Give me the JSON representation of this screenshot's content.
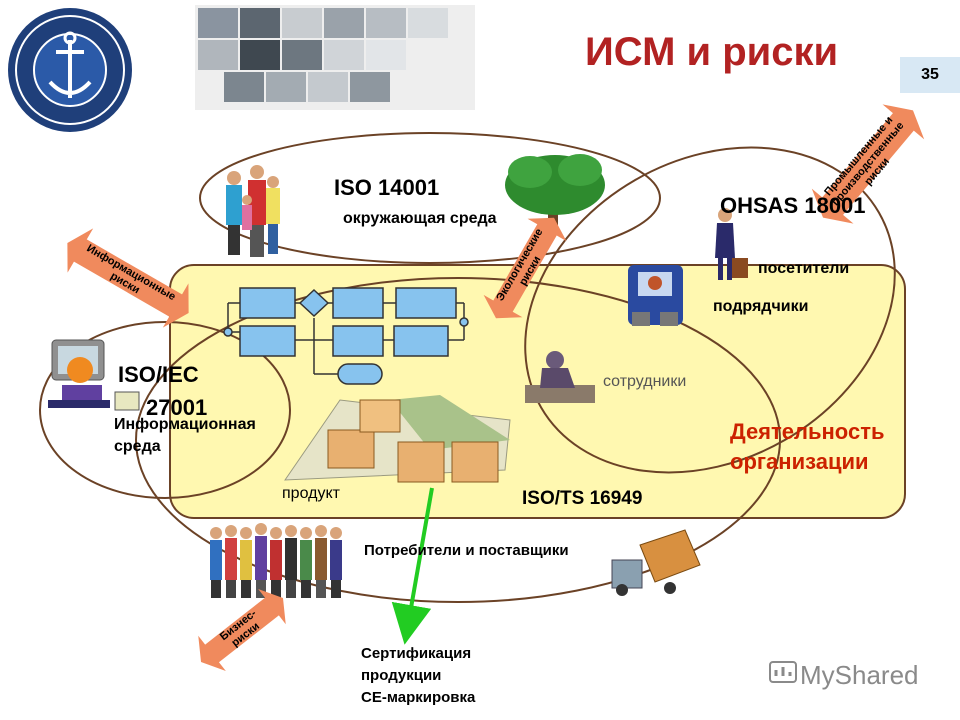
{
  "slide": {
    "title": "ИСМ и риски",
    "page_number": "35"
  },
  "standards": {
    "iso14001": {
      "name": "ISO 14001",
      "sub": "окружающая среда"
    },
    "ohsas": {
      "name": "OHSAS 18001",
      "visitors": "посетители",
      "contractors": "подрядчики"
    },
    "iso27001": {
      "name_line1": "ISO/IEC",
      "name_line2": "27001",
      "sub_line1": "Информационная",
      "sub_line2": "среда"
    },
    "iso16949": {
      "name": "ISO/TS 16949"
    }
  },
  "labels": {
    "employees": "сотрудники",
    "product": "продукт",
    "consumers": "Потребители и поставщики",
    "activity_line1": "Деятельность",
    "activity_line2": "организации",
    "cert_line1": "Сертификация",
    "cert_line2": "продукции",
    "cert_line3": "СЕ-маркировка"
  },
  "risk_arrows": {
    "info": {
      "line1": "Информационные",
      "line2": "риски"
    },
    "eco": {
      "line1": "Экологические",
      "line2": "риски"
    },
    "industrial": {
      "line1": "Промышленные и",
      "line2": "производственные",
      "line3": "риски"
    },
    "business": {
      "line1": "Бизнес-",
      "line2": "риски"
    }
  },
  "watermark": "MyShared",
  "colors": {
    "title": "#b22222",
    "activity": "#cc2200",
    "arrow": "#f08a5d",
    "org_fill": "#fff8b0",
    "ellipse": "#6b4226",
    "process_box": "#87c3ee",
    "cert_arrow": "#22cc22"
  }
}
